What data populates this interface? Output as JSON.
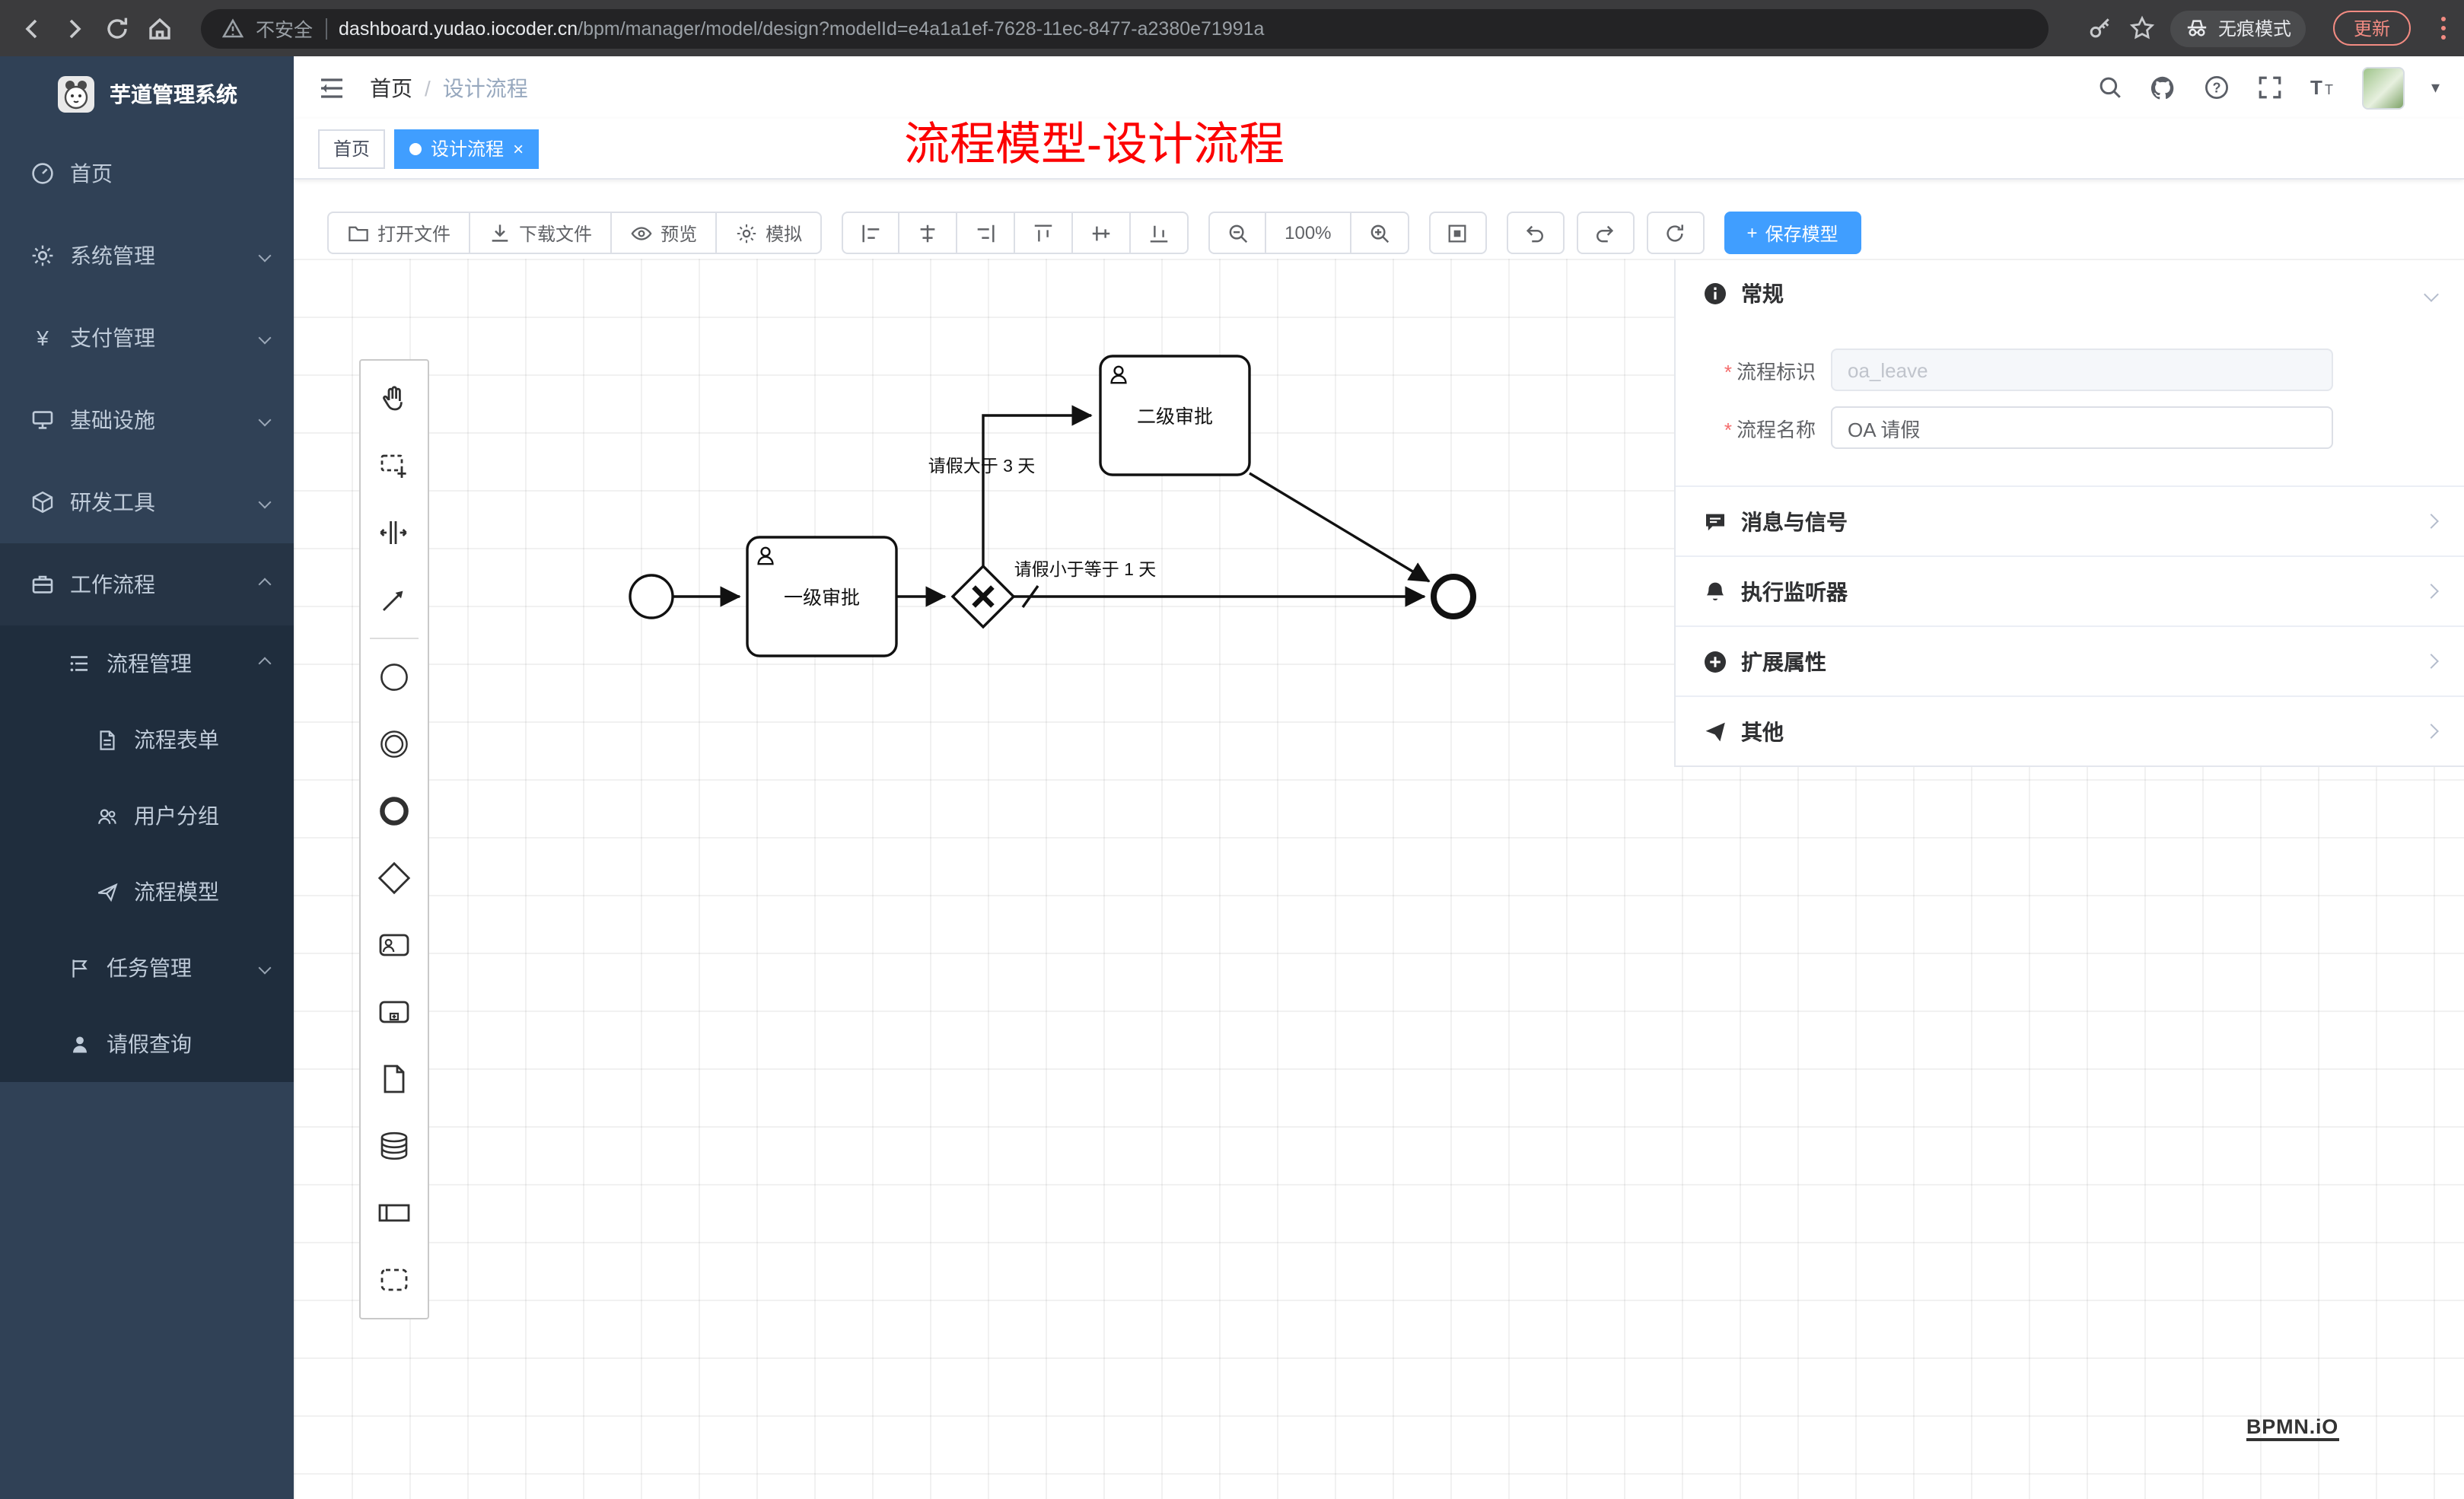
{
  "browser": {
    "security": "不安全",
    "url_host": "dashboard.yudao.iocoder.cn",
    "url_path": "/bpm/manager/model/design?modelId=e4a1a1ef-7628-11ec-8477-a2380e71991a",
    "incognito": "无痕模式",
    "update": "更新"
  },
  "sidebar": {
    "title": "芋道管理系统",
    "items": [
      {
        "label": "首页"
      },
      {
        "label": "系统管理"
      },
      {
        "label": "支付管理"
      },
      {
        "label": "基础设施"
      },
      {
        "label": "研发工具"
      },
      {
        "label": "工作流程"
      }
    ],
    "workflow_children": [
      {
        "label": "流程管理"
      },
      {
        "label": "流程表单"
      },
      {
        "label": "用户分组"
      },
      {
        "label": "流程模型"
      },
      {
        "label": "任务管理"
      },
      {
        "label": "请假查询"
      }
    ]
  },
  "header": {
    "breadcrumb_home": "首页",
    "breadcrumb_sep": "/",
    "breadcrumb_current": "设计流程",
    "overlay_title": "流程模型-设计流程"
  },
  "tabs": {
    "home": "首页",
    "current": "设计流程"
  },
  "toolbar": {
    "open": "打开文件",
    "download": "下载文件",
    "preview": "预览",
    "simulate": "模拟",
    "zoom_level": "100%",
    "save": "保存模型"
  },
  "palette_icons": [
    "hand-tool",
    "lasso-tool",
    "space-tool",
    "global-connect-tool",
    "start-event",
    "intermediate-event",
    "end-event",
    "gateway",
    "user-task",
    "sub-process",
    "data-object",
    "data-store",
    "participant-pool",
    "group"
  ],
  "diagram": {
    "task1": "一级审批",
    "task2": "二级审批",
    "flow_up_label": "请假大于 3 天",
    "flow_right_label": "请假小于等于 1 天"
  },
  "panel": {
    "general_title": "常规",
    "required_mark": "*",
    "field_key_label": "流程标识",
    "field_key_value": "oa_leave",
    "field_name_label": "流程名称",
    "field_name_value": "OA 请假",
    "sections": [
      {
        "title": "消息与信号"
      },
      {
        "title": "执行监听器"
      },
      {
        "title": "扩展属性"
      },
      {
        "title": "其他"
      }
    ]
  },
  "watermark": "BPMN.iO",
  "colors": {
    "accent": "#409eff",
    "annotation": "#fc0000",
    "sidebar_bg": "#304156"
  }
}
